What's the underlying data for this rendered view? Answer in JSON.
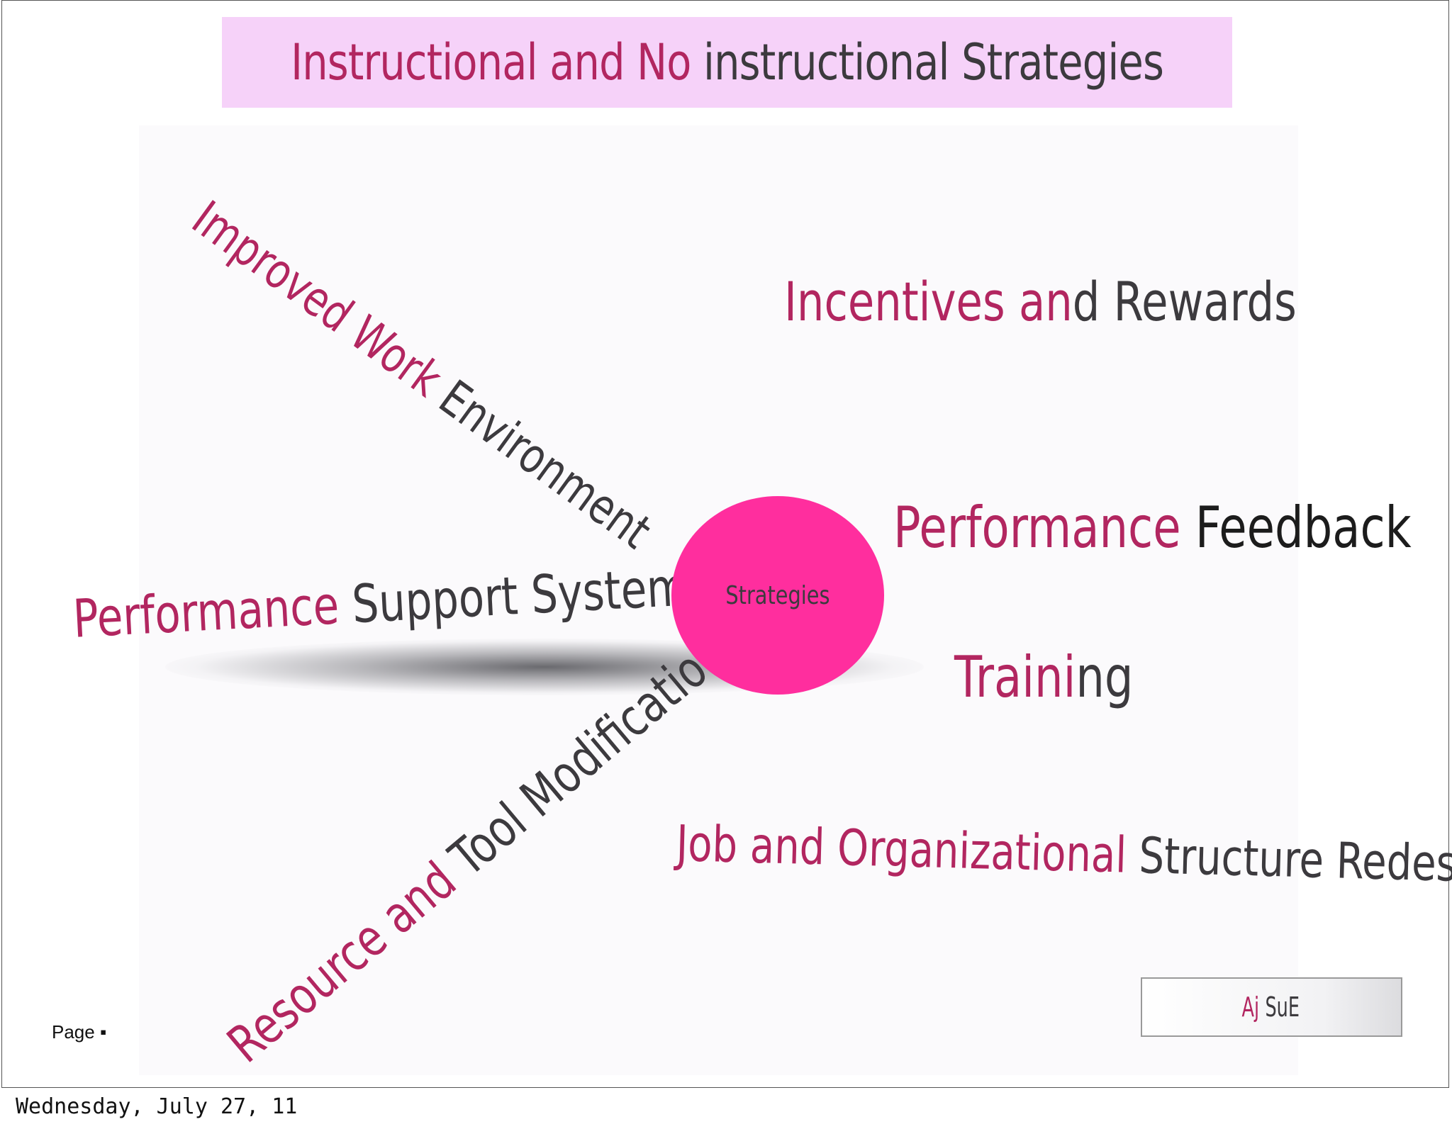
{
  "title": {
    "part1": "Instructional and No ",
    "part2": "instructional Strategies"
  },
  "center": {
    "label": "Strategies"
  },
  "branches": {
    "improved_work": {
      "part1": "Improved Work ",
      "part2": "Environment"
    },
    "incentives": {
      "part1": "Incentives an",
      "part2": "d Rewards"
    },
    "perf_feedback": {
      "part1": "Performance ",
      "part2": "Feedback"
    },
    "perf_support": {
      "part1": "Performance ",
      "part2": "Support Systems"
    },
    "training": {
      "part1": "Traini",
      "part2": "ng"
    },
    "resource_tool": {
      "part1": "Resource and ",
      "part2": "Tool Modification"
    },
    "job_org": {
      "part1": "Job and Organizational ",
      "part2": "Structure Redesign"
    }
  },
  "logo": {
    "part1": "Aj",
    "part2": "SuE"
  },
  "footer": {
    "page_label": "Page ▪",
    "date": "Wednesday, July 27, 11"
  },
  "colors": {
    "accent_pink": "#b22660",
    "hub_pink": "#ff2e9e",
    "title_band": "#f6d2f9",
    "dark_text": "#3c3a3e"
  }
}
